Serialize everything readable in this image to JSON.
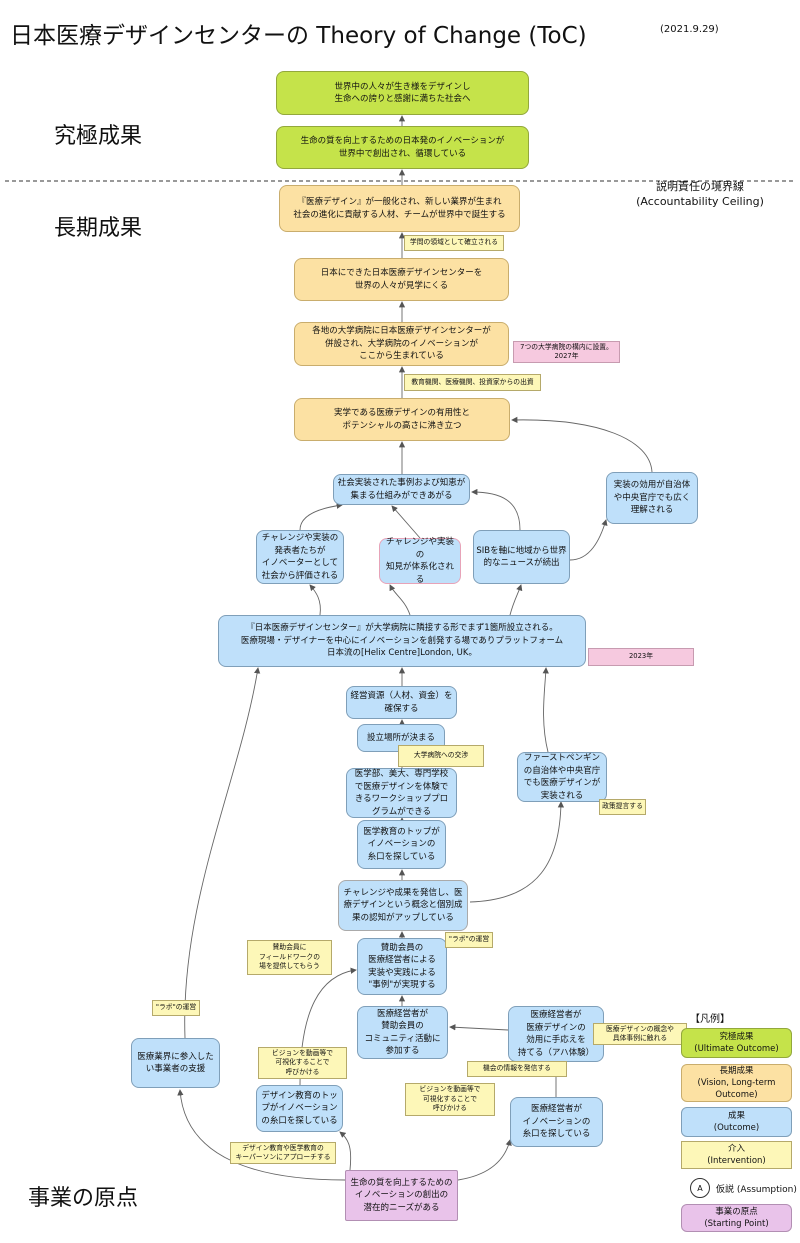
{
  "header": {
    "title": "日本医療デザインセンターの Theory of Change (ToC)",
    "date": "(2021.9.29)"
  },
  "sections": {
    "ultimate": "究極成果",
    "longterm": "長期成果",
    "origin": "事業の原点"
  },
  "ceiling": {
    "line1": "説明責任の境界線",
    "line2": "(Accountability Ceiling)"
  },
  "boxes": {
    "u1": "世界中の人々が生き様をデザインし\n生命への誇りと感謝に満ちた社会へ",
    "u2": "生命の質を向上するための日本発のイノベーションが\n世界中で創出され、循環している",
    "l1": "『医療デザイン』が一般化され、新しい業界が生まれ\n社会の進化に貢献する人材、チームが世界中で誕生する",
    "l2": "日本にできた日本医療デザインセンターを\n世界の人々が見学にくる",
    "l3": "各地の大学病院に日本医療デザインセンターが\n併設され、大学病院のイノベーションが\nここから生まれている",
    "l4": "実学である医療デザインの有用性と\nポテンシャルの高さに沸き立つ",
    "o1": "社会実装された事例および知恵が\n集まる仕組みができあがる",
    "o2": "実装の効用が自治体\nや中央官庁でも広く\n理解される",
    "o3": "チャレンジや実装の\n発表者たちが\nイノベーターとして\n社会から評価される",
    "o4": "チャレンジや実装の\n知見が体系化される",
    "o5": "SIBを軸に地域から世界\n的なニュースが続出",
    "o6": "『日本医療デザインセンター』が大学病院に隣接する形でまず1箇所設立される。\n医療現場・デザイナーを中心にイノベーションを創発する場でありプラットフォーム\n日本流の[Helix Centre]London, UK。",
    "o7": "経営資源（人材、資金）を\n確保する",
    "o8": "設立場所が決まる",
    "o9": "医学部、美大、専門学校\nで医療デザインを体験で\nきるワークショッププロ\nグラムができる",
    "o10": "ファーストペンギン\nの自治体や中央官庁\nでも医療デザインが\n実装される",
    "o11": "医学教育のトップが\nイノベーションの\n糸口を探している",
    "o12": "チャレンジや成果を発信し、医\n療デザインという概念と個別成\n果の認知がアップしている",
    "o13": "賛助会員の\n医療経営者による\n実装や実践による\n\"事例\"が実現する",
    "o14": "医療経営者が\n賛助会員の\nコミュニティ活動に\n参加する",
    "o15": "医療経営者が\n医療デザインの\n効用に手応えを\n持てる（アハ体験）",
    "o16": "医療業界に参入した\nい事業者の支援",
    "o17": "デザイン教育のトッ\nプがイノベーション\nの糸口を探している",
    "o18": "医療経営者が\nイノベーションの\n糸口を探している",
    "start": "生命の質を向上するための\nイノベーションの創出の\n潜在的ニーズがある"
  },
  "notes": {
    "n1": "学問の領域として確立される",
    "n2": "7つの大学病院の構内に設置。\n2027年",
    "n3": "教育機関、医療機関、投資家からの出資",
    "n4": "2023年",
    "n5": "大学病院への交渉",
    "n6": "政策提言する",
    "n7": "賛助会員に\nフィールドワークの\n場を提供してもらう",
    "n8": "\"ラボ\"の運営",
    "n9": "\"ラボ\"の運営",
    "n10": "ビジョンを動画等で\n可視化することで\n呼びかける",
    "n11": "医療デザインの概念や\n具体事例に触れる",
    "n12": "機会の情報を発信する",
    "n13": "ビジョンを動画等で\n可視化することで\n呼びかける",
    "n14": "デザイン教育や医学教育の\nキーパーソンにアプローチする"
  },
  "legend": {
    "title": "【凡例】",
    "ultimate": "究極成果\n(Ultimate Outcome)",
    "longterm": "長期成果\n(Vision, Long-term\nOutcome)",
    "outcome": "成果\n(Outcome)",
    "intervention": "介入\n(Intervention)",
    "assumption_mark": "A",
    "assumption": "仮説 (Assumption)",
    "start": "事業の原点\n(Starting Point)"
  },
  "colors": {
    "ultimate": "#c5e34a",
    "longterm": "#fce1a3",
    "outcome": "#bfe0fa",
    "intervention": "#fdf7b8",
    "start": "#e9c3ea",
    "note_pink": "#f6c9df"
  }
}
